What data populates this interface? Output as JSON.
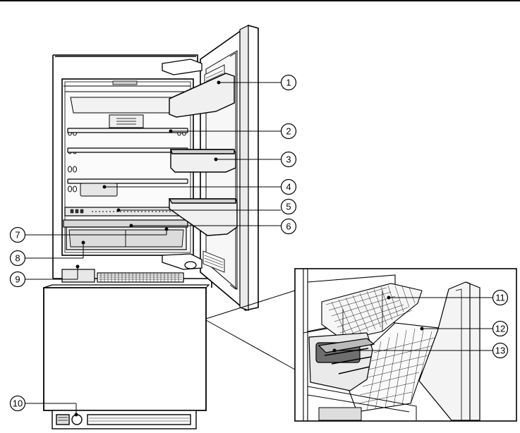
{
  "figure": {
    "callouts": [
      {
        "id": "c1",
        "number": "1"
      },
      {
        "id": "c2",
        "number": "2"
      },
      {
        "id": "c3",
        "number": "3"
      },
      {
        "id": "c4",
        "number": "4"
      },
      {
        "id": "c5",
        "number": "5"
      },
      {
        "id": "c6",
        "number": "6"
      },
      {
        "id": "c7",
        "number": "7"
      },
      {
        "id": "c8",
        "number": "8"
      },
      {
        "id": "c9",
        "number": "9"
      },
      {
        "id": "c10",
        "number": "10"
      },
      {
        "id": "c11",
        "number": "11"
      },
      {
        "id": "c12",
        "number": "12"
      },
      {
        "id": "c13",
        "number": "13"
      }
    ]
  }
}
